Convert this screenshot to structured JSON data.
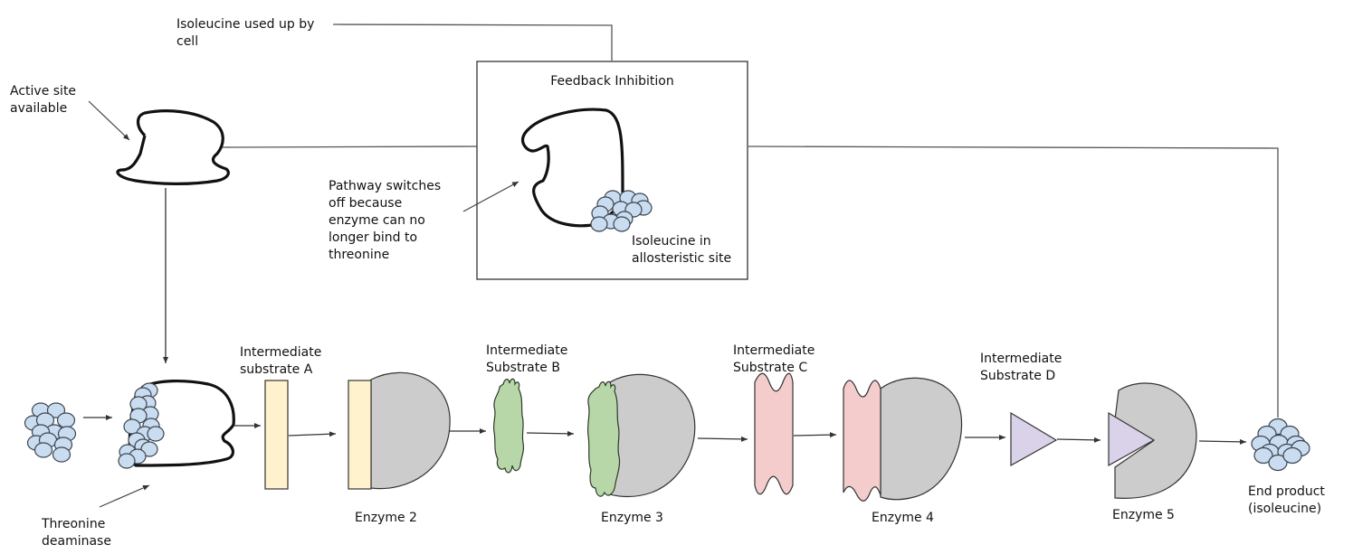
{
  "colors": {
    "molecule_fill": "#c9dcf0",
    "molecule_stroke": "#3c4550",
    "substrate_a_fill": "#fff2cc",
    "substrate_b_fill": "#b7d7a8",
    "substrate_c_fill": "#f4cccc",
    "substrate_d_fill": "#d9d2e9",
    "enzyme_fill": "#cccccc",
    "outline": "#222222",
    "line": "#555555"
  },
  "labels": {
    "isoleucine_used": "Isoleucine used up by\ncell",
    "active_site": "Active site\navailable",
    "feedback_title": "Feedback Inhibition",
    "pathway_switches": "Pathway switches\noff because\nenzyme can no\nlonger bind to\nthreonine",
    "isoleucine_allosteric": "Isoleucine in\nallosteristic site",
    "threonine_deaminase": "Threonine\ndeaminase",
    "substrate_a": "Intermediate\nsubstrate A",
    "substrate_b": "Intermediate\nSubstrate B",
    "substrate_c": "Intermediate\nSubstrate C",
    "substrate_d": "Intermediate\nSubstrate D",
    "enzyme_2": "Enzyme 2",
    "enzyme_3": "Enzyme 3",
    "enzyme_4": "Enzyme 4",
    "enzyme_5": "Enzyme 5",
    "end_product": "End product\n(isoleucine)"
  },
  "pathway": [
    {
      "step": "Threonine",
      "kind": "molecule-cluster"
    },
    {
      "step": "Threonine deaminase",
      "kind": "enzyme"
    },
    {
      "step": "Intermediate substrate A",
      "kind": "substrate"
    },
    {
      "step": "Enzyme 2",
      "kind": "enzyme"
    },
    {
      "step": "Intermediate Substrate B",
      "kind": "substrate"
    },
    {
      "step": "Enzyme 3",
      "kind": "enzyme"
    },
    {
      "step": "Intermediate Substrate C",
      "kind": "substrate"
    },
    {
      "step": "Enzyme 4",
      "kind": "enzyme"
    },
    {
      "step": "Intermediate Substrate D",
      "kind": "substrate"
    },
    {
      "step": "Enzyme 5",
      "kind": "enzyme"
    },
    {
      "step": "End product (isoleucine)",
      "kind": "molecule-cluster"
    }
  ]
}
